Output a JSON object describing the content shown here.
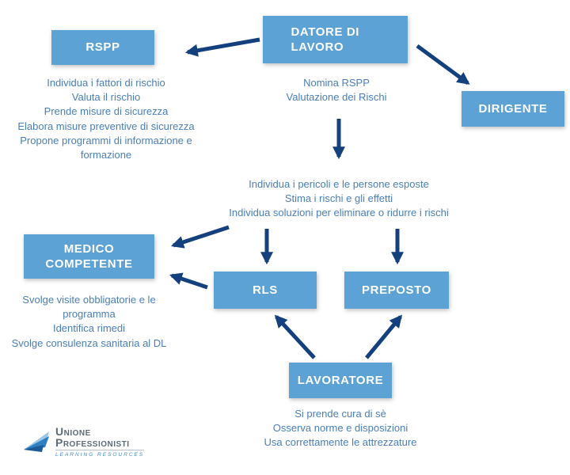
{
  "diagram": {
    "datore": {
      "label": "DATORE DI LAVORO",
      "duties": [
        "Nomina RSPP",
        "Valutazione dei Rischi"
      ]
    },
    "rspp": {
      "label": "RSPP",
      "duties": [
        "Individua i fattori di rischio",
        "Valuta il rischio",
        "Prende misure di sicurezza",
        "Elabora misure preventive di sicurezza",
        "Propone programmi di informazione e formazione"
      ]
    },
    "dirigente": {
      "label": "DIRIGENTE"
    },
    "risk_assessment": {
      "lines": [
        "Individua i pericoli e le persone esposte",
        "Stima i rischi e gli effetti",
        "Individua soluzioni per eliminare o ridurre i rischi"
      ]
    },
    "medico": {
      "label": "MEDICO COMPETENTE",
      "duties": [
        "Svolge visite obbligatorie e le programma",
        "Identifica rimedi",
        "Svolge consulenza sanitaria al DL"
      ]
    },
    "rls": {
      "label": "RLS"
    },
    "preposto": {
      "label": "PREPOSTO"
    },
    "lavoratore": {
      "label": "LAVORATORE",
      "duties": [
        "Si prende cura di sè",
        "Osserva norme e disposizioni",
        "Usa correttamente le attrezzature"
      ]
    },
    "colors": {
      "box_blue": "#5ca2d5",
      "text_blue": "#4a7fb8",
      "arrow_navy": "#14407e"
    }
  },
  "logo": {
    "name_line1": "Unione",
    "name_line2": "Professionisti",
    "tagline": "LEARNING RESOURCES"
  }
}
